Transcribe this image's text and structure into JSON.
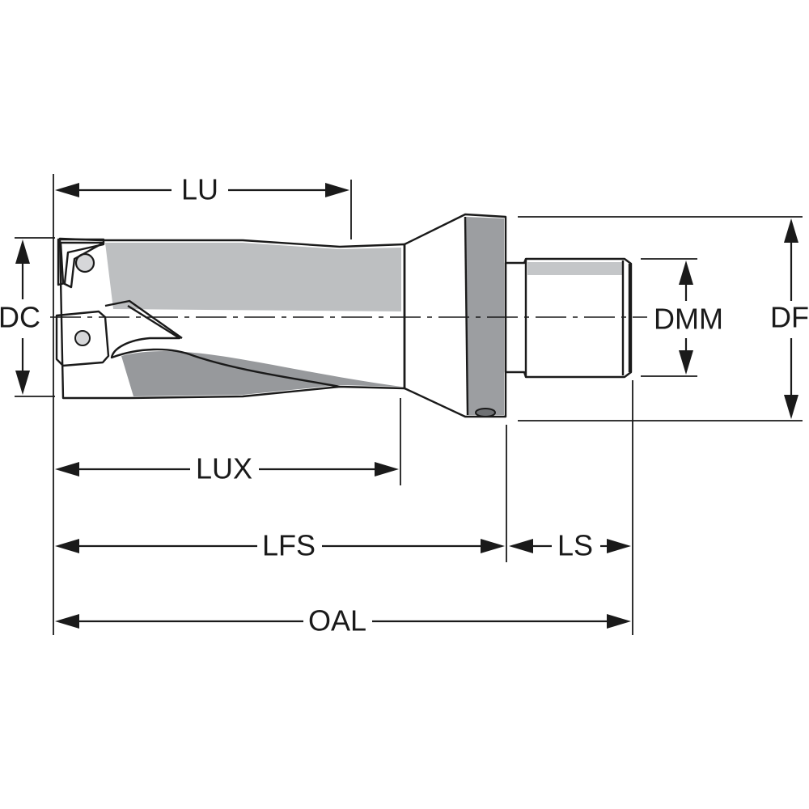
{
  "colors": {
    "body": "#a9abae",
    "body_dark": "#8f9194",
    "body_light": "#c4c6c8",
    "insert": "#f2c200",
    "outline": "#1a1a1a",
    "background": "#ffffff"
  },
  "labels": {
    "lu": "LU",
    "dc": "DC",
    "dmm": "DMM",
    "df": "DF",
    "lux": "LUX",
    "lfs": "LFS",
    "ls": "LS",
    "oal": "OAL"
  }
}
